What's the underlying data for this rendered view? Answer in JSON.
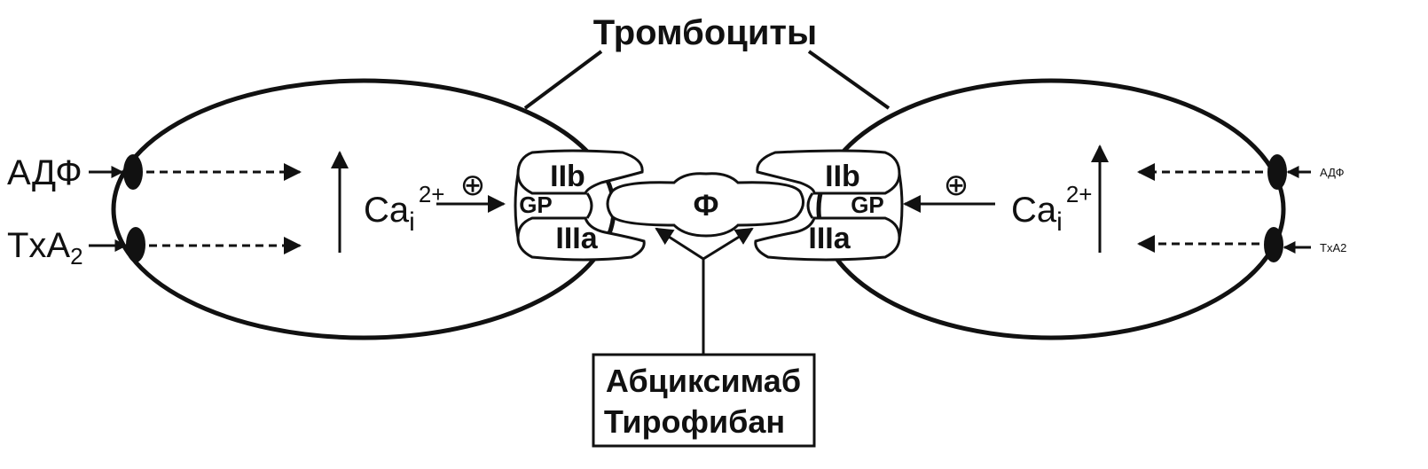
{
  "title": "Тромбоциты",
  "left_platelet": {
    "receptor_1": "АДФ",
    "receptor_2_main": "TxA",
    "receptor_2_sub": "2",
    "calcium_main": "Ca",
    "calcium_sub": "i",
    "calcium_sup": "2+",
    "activation": "⊕",
    "glycoprotein": {
      "prefix": "GP",
      "upper": "IIb",
      "lower": "IIIa"
    }
  },
  "right_platelet": {
    "receptor_1": "АДФ",
    "receptor_2": "TxA2",
    "calcium_main": "Ca",
    "calcium_sub": "i",
    "calcium_sup": "2+",
    "activation": "⊕",
    "glycoprotein": {
      "prefix": "GP",
      "upper": "IIb",
      "lower": "IIIa"
    }
  },
  "fibrinogen": "Ф",
  "drugs": [
    "Абциксимаб",
    "Тирофибан"
  ]
}
